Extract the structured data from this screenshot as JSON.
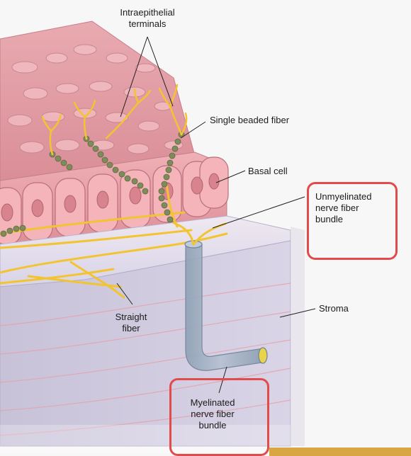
{
  "labels": {
    "intraepithelial_terminals": "Intraepithelial\nterminals",
    "single_beaded_fiber": "Single beaded fiber",
    "basal_cell": "Basal cell",
    "unmyelinated_bundle": "Unmyelinated\nnerve fiber\nbundle",
    "stroma": "Stroma",
    "straight_fiber": "Straight\nfiber",
    "myelinated_bundle": "Myelinated\nnerve fiber\nbundle"
  },
  "colors": {
    "highlight_border": "#e24b4b",
    "accent_bar": "#d8a642",
    "nerve": "#f2c431",
    "bead": "#7f8b5a",
    "epithelium": "#eaa7ae",
    "stroma": "#d9d7e5"
  }
}
